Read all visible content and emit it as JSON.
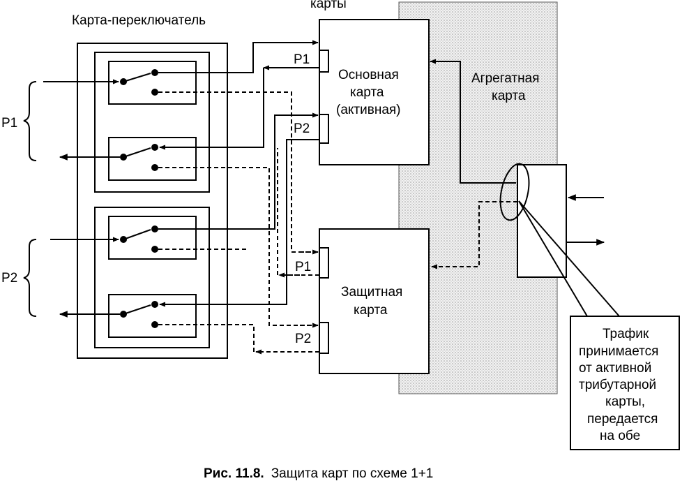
{
  "labels": {
    "top_cards": "карты",
    "switch_card": "Карта-переключатель",
    "main_card": [
      "Основная",
      "карта",
      "(активная)"
    ],
    "aggregate_card": [
      "Агрегатная",
      "карта"
    ],
    "protect_card": [
      "Защитная",
      "карта"
    ],
    "group_p1": "P1",
    "group_p2": "P2",
    "port_p1": "P1",
    "port_p2": "P2",
    "note": [
      "Трафик",
      "принимается",
      "от активной",
      "трибутарной",
      "карты,",
      "передается",
      "на обе"
    ]
  },
  "caption": {
    "prefix": "Рис. 11.8.",
    "text": "Защита карт по схеме 1+1"
  }
}
